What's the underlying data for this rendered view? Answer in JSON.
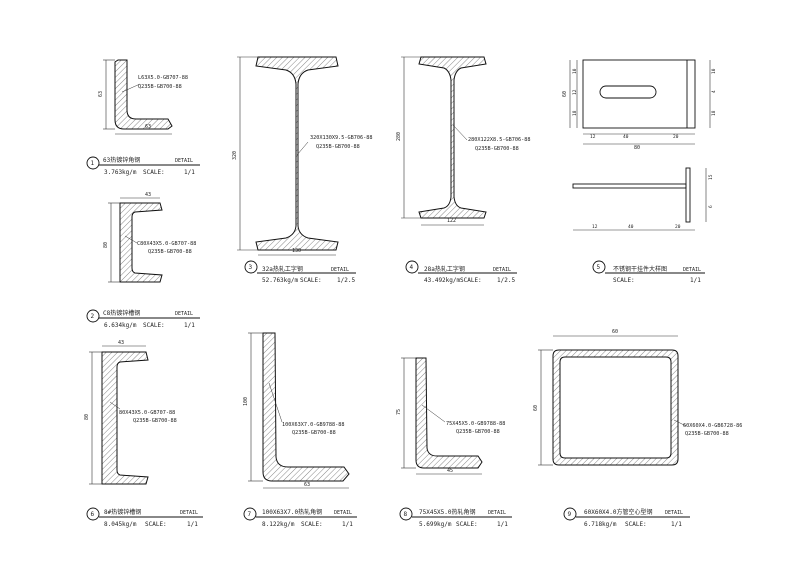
{
  "drawings": [
    {
      "id": "d1",
      "number": "1",
      "title": "63热镀锌角钢",
      "detail": "DETAIL",
      "weight": "3.763kg/m",
      "scale_label": "SCALE:",
      "scale": "1/1",
      "spec_lines": [
        "L63X5.0-GB707-88",
        "Q235B-GB700-88"
      ],
      "dims": {
        "height": "63",
        "width": "63"
      }
    },
    {
      "id": "d2",
      "number": "2",
      "title": "C8热镀锌槽钢",
      "detail": "DETAIL",
      "weight": "6.634kg/m",
      "scale_label": "SCALE:",
      "scale": "1/1",
      "spec_lines": [
        "C80X43X5.0-GB707-88",
        "Q235B-GB700-88"
      ],
      "dims": {
        "height": "80",
        "width": "43"
      }
    },
    {
      "id": "d3",
      "number": "3",
      "title": "32a热轧工字钢",
      "detail": "DETAIL",
      "weight": "52.763kg/m",
      "scale_label": "SCALE:",
      "scale": "1/2.5",
      "spec_lines": [
        "320X130X9.5-GB706-88",
        "Q235B-GB700-88"
      ],
      "dims": {
        "height": "320",
        "width": "130"
      }
    },
    {
      "id": "d4",
      "number": "4",
      "title": "28a热轧工字钢",
      "detail": "DETAIL",
      "weight": "43.492kg/m",
      "scale_label": "SCALE:",
      "scale": "1/2.5",
      "spec_lines": [
        "280X122X8.5-GB706-88",
        "Q235B-GB700-88"
      ],
      "dims": {
        "height": "280",
        "width": "122"
      }
    },
    {
      "id": "d5",
      "number": "5",
      "title": "不锈钢干挂件大样图",
      "detail": "DETAIL",
      "scale_label": "SCALE:",
      "scale": "1/1",
      "dims": {
        "plate_width": "80",
        "plate_height": "60",
        "slot": "40",
        "left": "12",
        "right": "20",
        "top": "10",
        "mid": "12",
        "bottom": "18",
        "thick": "4",
        "t_height": "15",
        "t_top": "6",
        "t_base": "40"
      }
    },
    {
      "id": "d6",
      "number": "6",
      "title": "8#热镀锌槽钢",
      "detail": "DETAIL",
      "weight": "8.045kg/m",
      "scale_label": "SCALE:",
      "scale": "1/1",
      "spec_lines": [
        "80X43X5.0-GB707-88",
        "Q235B-GB700-88"
      ],
      "dims": {
        "height": "80",
        "width": "43"
      }
    },
    {
      "id": "d7",
      "number": "7",
      "title": "100X63X7.0热轧角钢",
      "detail": "DETAIL",
      "weight": "8.122kg/m",
      "scale_label": "SCALE:",
      "scale": "1/1",
      "spec_lines": [
        "100X63X7.0-GB9788-88",
        "Q235B-GB700-88"
      ],
      "dims": {
        "height": "100",
        "width": "63"
      }
    },
    {
      "id": "d8",
      "number": "8",
      "title": "75X45X5.0热轧角钢",
      "detail": "DETAIL",
      "weight": "5.699kg/m",
      "scale_label": "SCALE:",
      "scale": "1/1",
      "spec_lines": [
        "75X45X5.0-GB9788-88",
        "Q235B-GB700-88"
      ],
      "dims": {
        "height": "75",
        "width": "45"
      }
    },
    {
      "id": "d9",
      "number": "9",
      "title": "60X60X4.0方管空心型钢",
      "detail": "DETAIL",
      "weight": "6.718kg/m",
      "scale_label": "SCALE:",
      "scale": "1/1",
      "spec_lines": [
        "60X60X4.0-GB6728-86",
        "Q235B-GB700-88"
      ],
      "dims": {
        "height": "60",
        "width": "60"
      }
    }
  ]
}
